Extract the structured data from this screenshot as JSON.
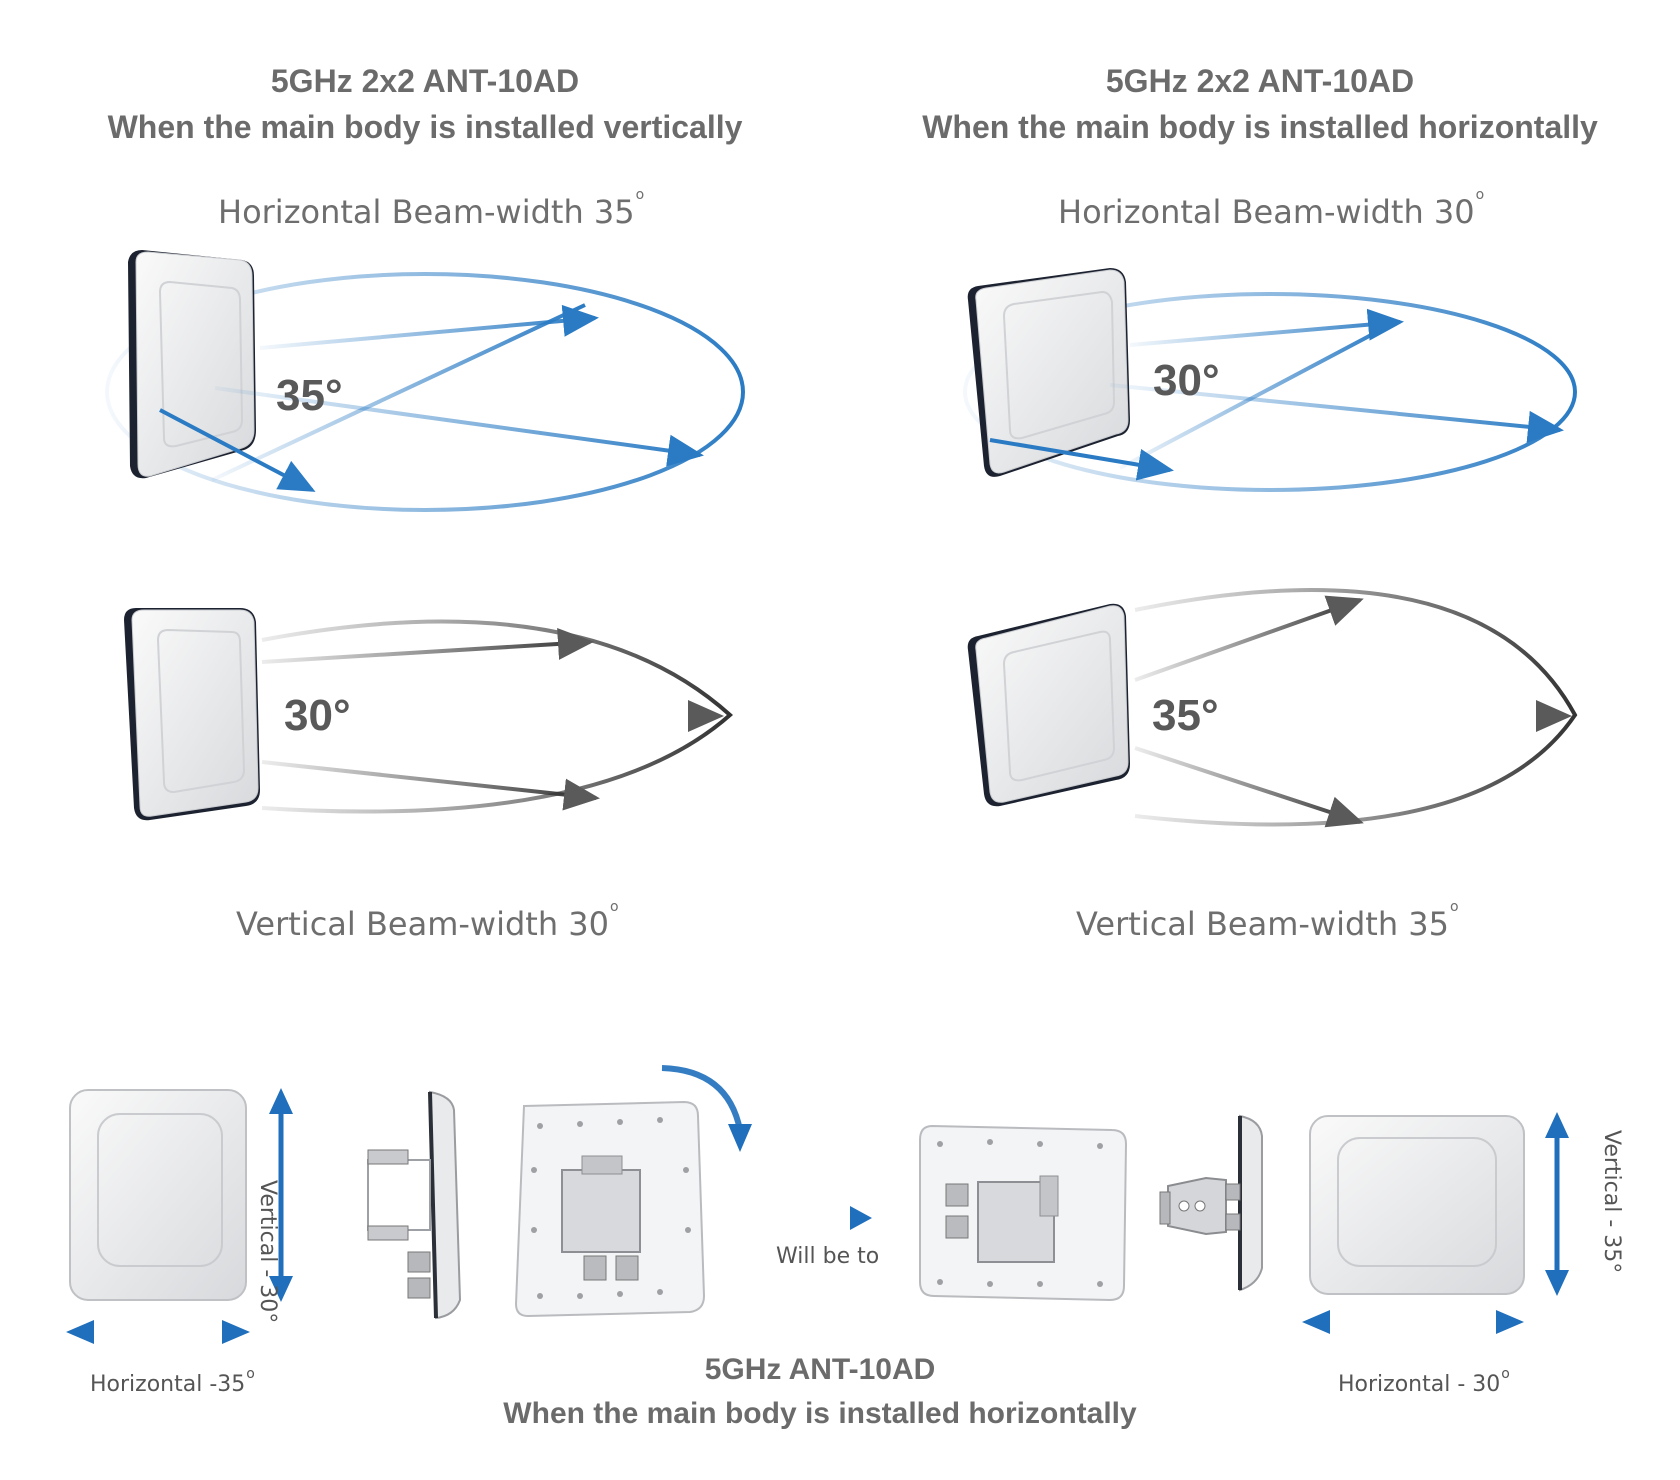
{
  "left": {
    "title_line1": "5GHz 2x2 ANT-10AD",
    "title_line2": "When the main body is installed vertically",
    "horizontal_beam_label": "Horizontal Beam-width 35",
    "horizontal_angle": "35°",
    "vertical_angle": "30°",
    "vertical_beam_label": "Vertical Beam-width 30"
  },
  "right": {
    "title_line1": "5GHz 2x2 ANT-10AD",
    "title_line2": "When the main body is installed horizontally",
    "horizontal_beam_label": "Horizontal Beam-width 30",
    "horizontal_angle": "30°",
    "vertical_angle": "35°",
    "vertical_beam_label": "Vertical Beam-width 35"
  },
  "bottom": {
    "left_vertical_label": "Vertical - 30°",
    "left_horizontal_label": "Horizontal -35",
    "will_be_to": "Will be to",
    "title_line1": "5GHz ANT-10AD",
    "title_line2": "When the main body is installed horizontally",
    "right_vertical_label": "Vertical - 35°",
    "right_horizontal_label": "Horizontal - 30"
  },
  "degree_symbol": "o",
  "colors": {
    "title": "#6b6b6b",
    "blue_beam": "#2a7bc4",
    "gray_beam": "#444444",
    "arrow_blue": "#1f6fbd"
  }
}
